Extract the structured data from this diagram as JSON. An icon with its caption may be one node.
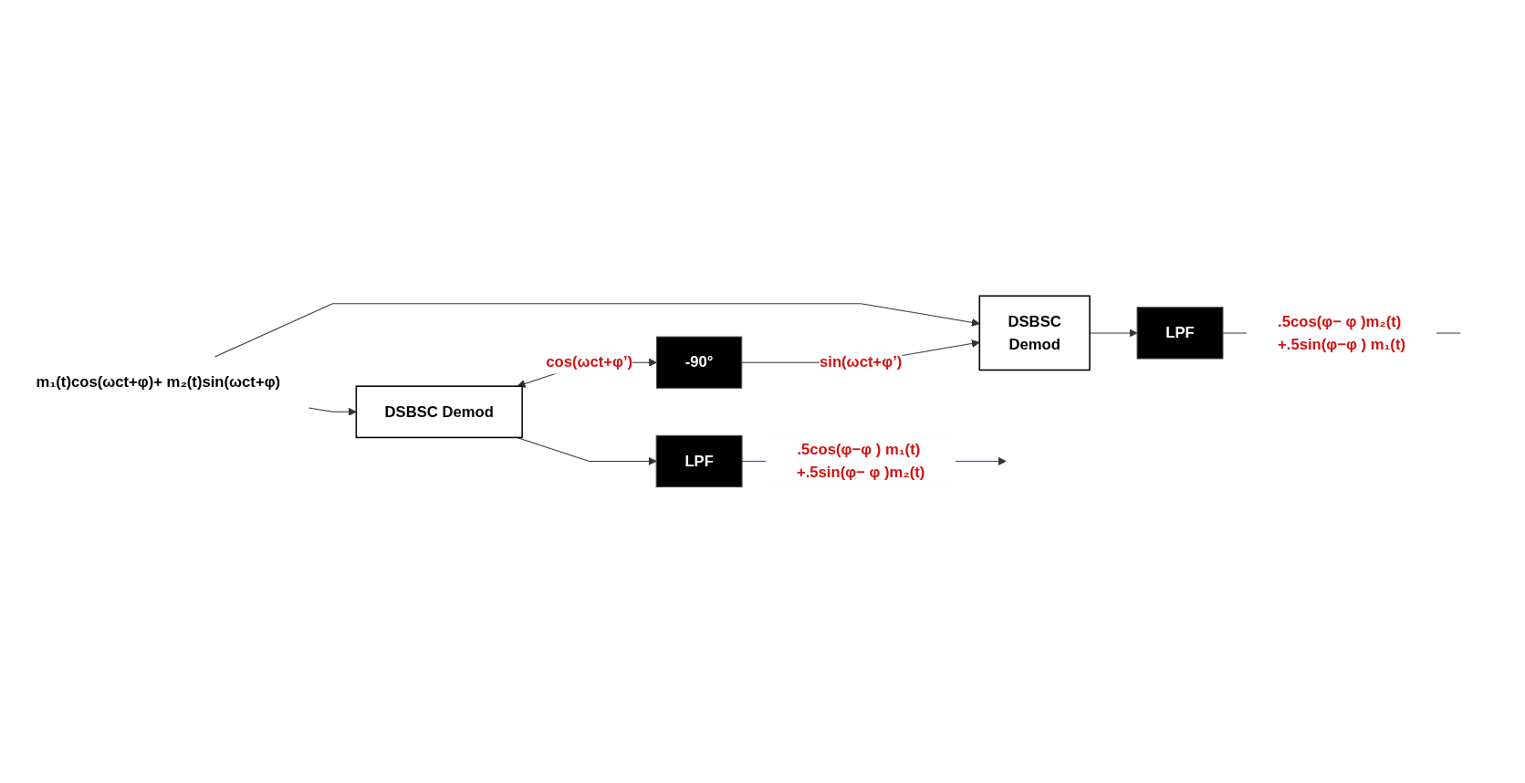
{
  "diagram": {
    "nodes": [
      {
        "text": [
          "m₁(t)cos(ωct+φ)+ m₂(t)sin(ωct+φ)"
        ]
      },
      {
        "text": [
          "DSBSC Demod"
        ]
      },
      {
        "text": [
          "LPF"
        ]
      },
      {
        "text": [
          "-90°"
        ]
      },
      {
        "text": [
          "DSBSC",
          "Demod"
        ]
      },
      {
        "text": [
          "LPF"
        ]
      }
    ],
    "edges": [
      {
        "from": 0,
        "to": 1,
        "arrow": "to"
      },
      {
        "from": 0,
        "to": 4,
        "arrow": "to"
      },
      {
        "from": 1,
        "to": 2,
        "arrow": "to"
      },
      {
        "from": 2,
        "to": null,
        "arrow": "to",
        "label": ".5cos(φ−φ ) m₁(t) +.5sin(φ− φ )m₂(t)",
        "color": "#1f3fd0"
      },
      {
        "from": 1,
        "to": 3,
        "arrow": "both",
        "label": "cos(ωct+φ’)"
      },
      {
        "from": 3,
        "to": 4,
        "arrow": "to",
        "label": "sin(ωct+φ’)"
      },
      {
        "from": 4,
        "to": 5,
        "arrow": "to"
      },
      {
        "from": 5,
        "to": null,
        "arrow": "none",
        "label": ".5cos(φ− φ )m₂(t) +.5sin(φ−φ ) m₁(t)"
      }
    ]
  }
}
